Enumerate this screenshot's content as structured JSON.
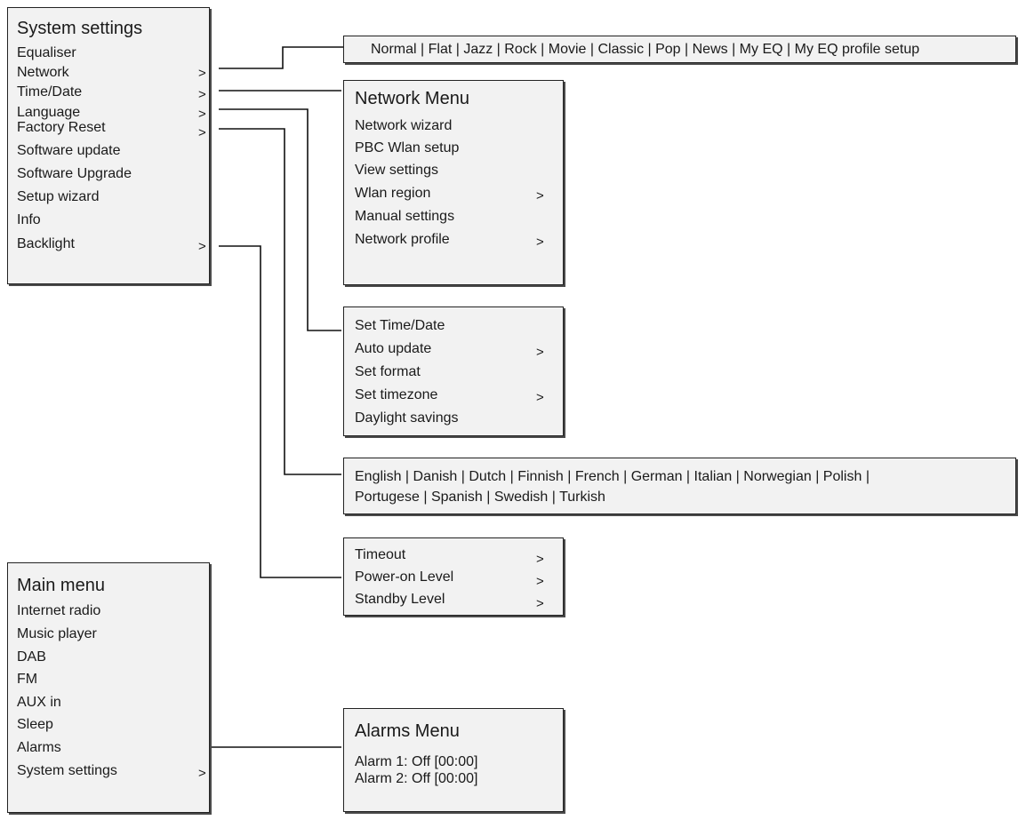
{
  "system_settings": {
    "title": "System settings",
    "items": [
      {
        "label": "Equaliser",
        "arrow": ""
      },
      {
        "label": "Network",
        "arrow": ">"
      },
      {
        "label": "Time/Date",
        "arrow": ">"
      },
      {
        "label": "Language",
        "arrow": ">"
      },
      {
        "label": "Factory Reset",
        "arrow": ">"
      },
      {
        "label": "Software update",
        "arrow": ""
      },
      {
        "label": "Software Upgrade",
        "arrow": ""
      },
      {
        "label": "Setup wizard",
        "arrow": ""
      },
      {
        "label": "Info",
        "arrow": ""
      },
      {
        "label": "Backlight",
        "arrow": ">"
      }
    ]
  },
  "equaliser_options": {
    "text": "Normal | Flat | Jazz | Rock | Movie | Classic | Pop | News | My EQ | My EQ profile setup"
  },
  "network_menu": {
    "title": "Network Menu",
    "items": [
      {
        "label": "Network wizard",
        "arrow": ""
      },
      {
        "label": "PBC Wlan setup",
        "arrow": ""
      },
      {
        "label": "View settings",
        "arrow": ""
      },
      {
        "label": "Wlan region",
        "arrow": ">"
      },
      {
        "label": "Manual settings",
        "arrow": ""
      },
      {
        "label": "Network profile",
        "arrow": ">"
      }
    ]
  },
  "time_date_menu": {
    "items": [
      {
        "label": "Set Time/Date",
        "arrow": ""
      },
      {
        "label": "Auto update",
        "arrow": ">"
      },
      {
        "label": "Set format",
        "arrow": ""
      },
      {
        "label": "Set timezone",
        "arrow": ">"
      },
      {
        "label": "Daylight savings",
        "arrow": ""
      }
    ]
  },
  "language_options": {
    "line1": "English | Danish | Dutch | Finnish | French | German | Italian | Norwegian | Polish |",
    "line2": "Portugese | Spanish | Swedish | Turkish"
  },
  "backlight_menu": {
    "items": [
      {
        "label": "Timeout",
        "arrow": ">"
      },
      {
        "label": "Power-on Level",
        "arrow": ">"
      },
      {
        "label": "Standby Level",
        "arrow": ">"
      }
    ]
  },
  "main_menu": {
    "title": "Main menu",
    "items": [
      {
        "label": "Internet radio",
        "arrow": ""
      },
      {
        "label": "Music player",
        "arrow": ""
      },
      {
        "label": "DAB",
        "arrow": ""
      },
      {
        "label": "FM",
        "arrow": ""
      },
      {
        "label": "AUX in",
        "arrow": ""
      },
      {
        "label": "Sleep",
        "arrow": ""
      },
      {
        "label": "Alarms",
        "arrow": ""
      },
      {
        "label": "System settings",
        "arrow": ">"
      }
    ]
  },
  "alarms_menu": {
    "title": "Alarms Menu",
    "items": [
      {
        "label": "Alarm 1: Off [00:00]"
      },
      {
        "label": "Alarm 2: Off [00:00]"
      }
    ]
  },
  "colors": {
    "box_fill": "#f2f2f2",
    "border": "#222222",
    "wire": "#111111"
  }
}
